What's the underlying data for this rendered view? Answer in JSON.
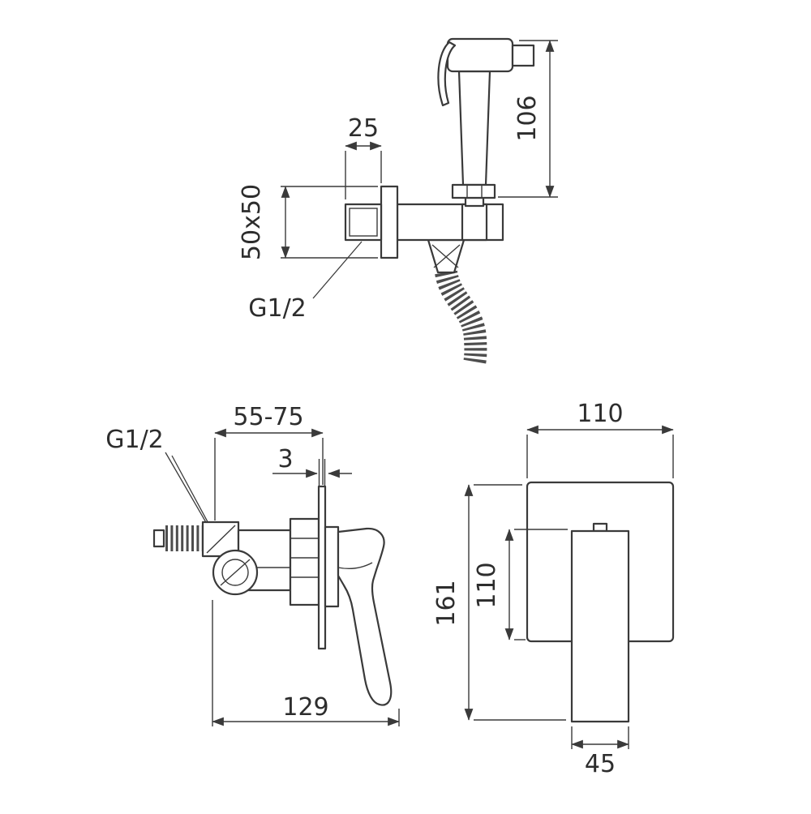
{
  "drawing": {
    "background": "#ffffff",
    "line_color": "#3a3a3a",
    "views": {
      "installed": {
        "label": "installed-view-hand-shower",
        "dims": {
          "spout_projection": "25",
          "handshower_height": "106",
          "wall_plate": "50x50",
          "outlet_thread": "G1/2"
        }
      },
      "side": {
        "label": "mixer-side-view",
        "dims": {
          "mounting_depth": "55-75",
          "plate_thickness": "3",
          "inlet_thread": "G1/2",
          "overall_depth": "129"
        }
      },
      "front": {
        "label": "mixer-front-view",
        "dims": {
          "plate_width": "110",
          "plate_height": "110",
          "overall_height": "161",
          "handle_width": "45"
        }
      }
    }
  }
}
